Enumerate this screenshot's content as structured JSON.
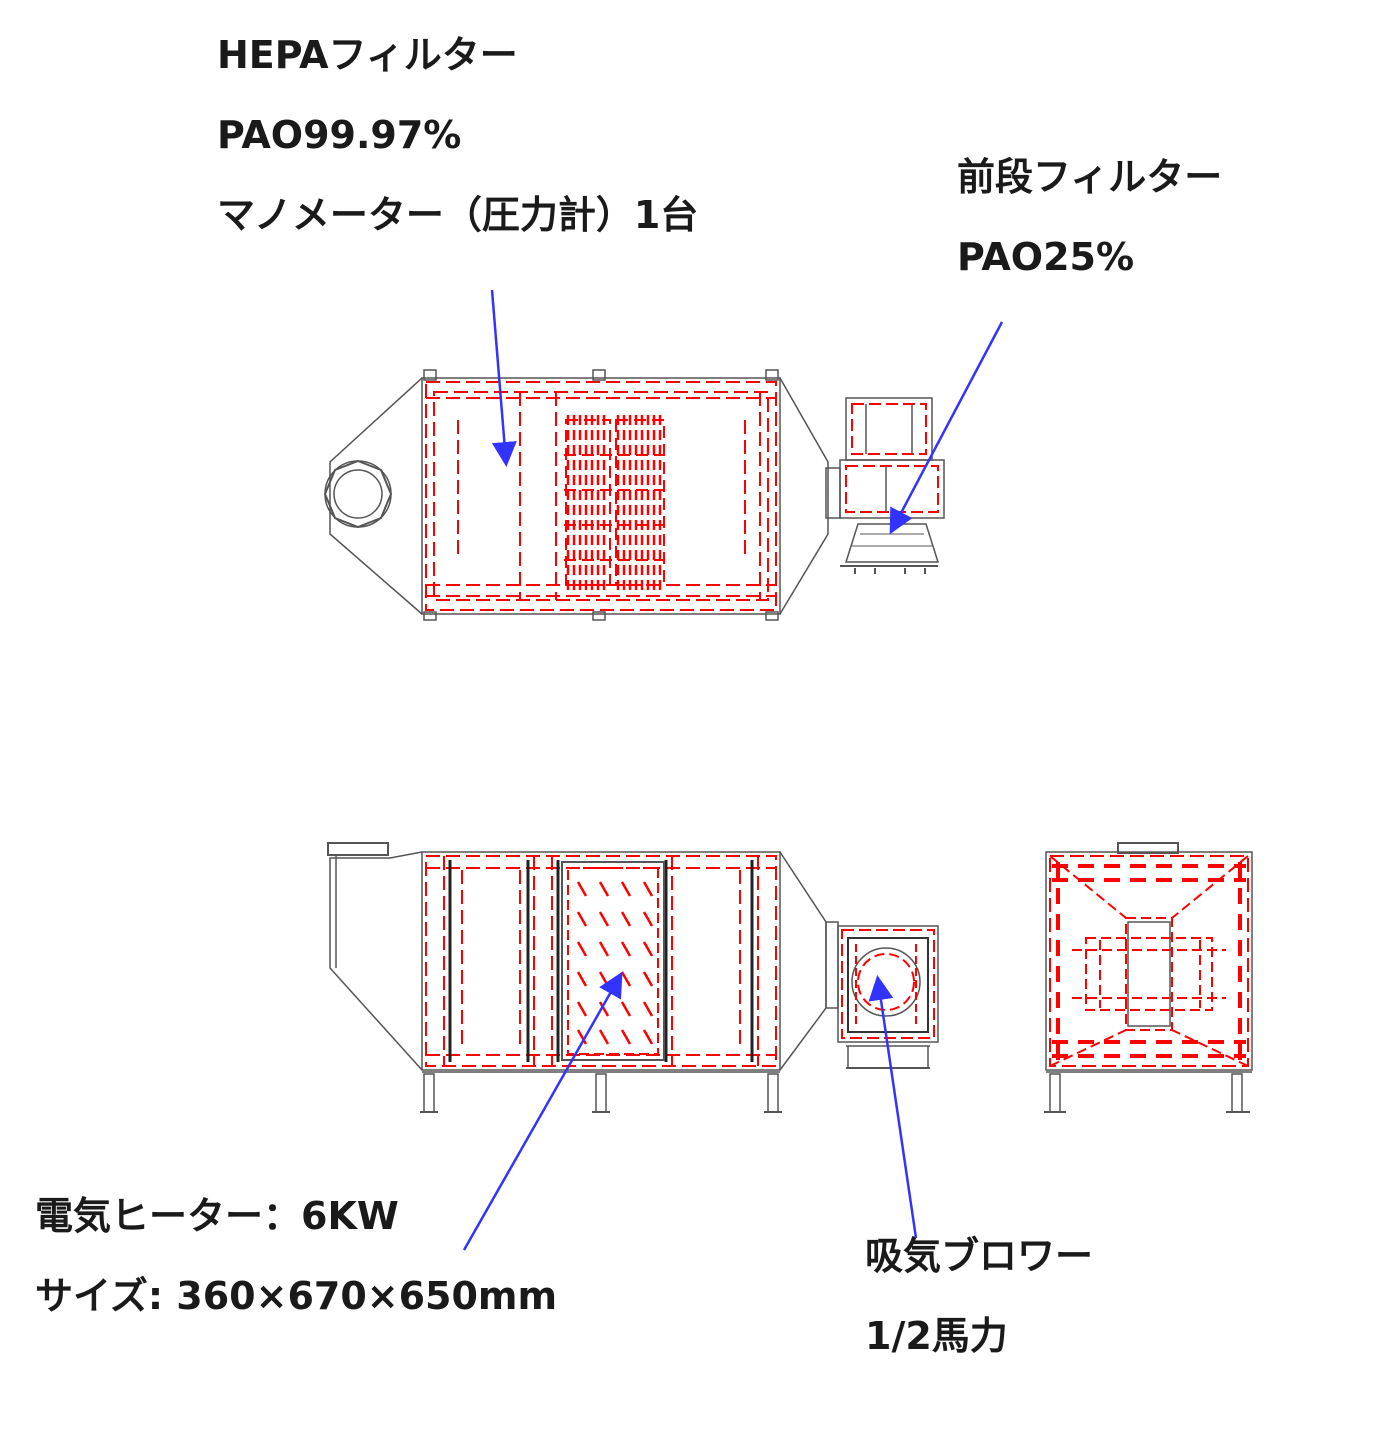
{
  "callouts": {
    "hepa": {
      "line1": "HEPAフィルター",
      "line2": "PAO99.97%",
      "line3": "マノメーター（圧力計）1台"
    },
    "prefilter": {
      "line1": "前段フィルター",
      "line2": "PAO25%"
    },
    "heater": {
      "line1": "電気ヒーター：6KW",
      "line2": "サイズ: 360×670×650mm"
    },
    "blower": {
      "line1": "吸気ブロワー",
      "line2": "1/2馬力"
    }
  },
  "colors": {
    "drawing_red": "#ff0000",
    "outline_gray": "#555555",
    "arrow_blue": "#3333ff",
    "text": "#1a1a1a"
  }
}
